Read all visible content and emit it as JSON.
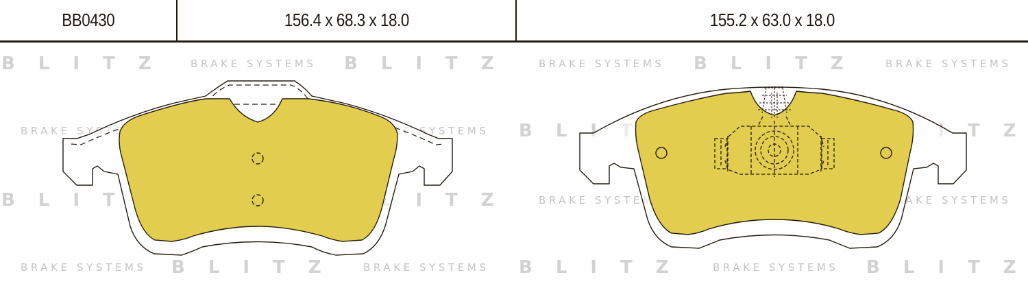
{
  "header": {
    "part_number": "BB0430",
    "pad1_dimensions": "156.4 x 68.3 x 18.0",
    "pad2_dimensions": "155.2 x 63.0 x 18.0"
  },
  "watermark": {
    "brand": "BLITZ",
    "tagline": "BRAKE SYSTEMS"
  },
  "colors": {
    "pad_fill": "#e2cd4f",
    "outline": "#231a10",
    "watermark": "#d0d0d0"
  },
  "drawings": [
    {
      "id": "pad-1",
      "description": "brake pad with two center holes and dashed backing plate outline"
    },
    {
      "id": "pad-2",
      "description": "brake pad with side holes and dashed sensor/caliper piston outline"
    }
  ]
}
